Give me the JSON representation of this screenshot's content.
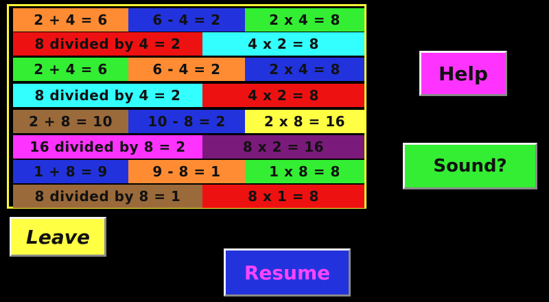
{
  "board": {
    "border_color": "#ffff33",
    "rows": [
      {
        "cells": [
          {
            "text": "2 + 4 = 6",
            "color": "#ff8c33"
          },
          {
            "text": "6 - 4 = 2",
            "color": "#2233dd"
          },
          {
            "text": "2 x 4 = 8",
            "color": "#33ee33"
          }
        ]
      },
      {
        "cells": [
          {
            "text": "8 divided by 4 = 2",
            "color": "#ee1111"
          },
          {
            "text": "4 x 2 = 8",
            "color": "#33ffff"
          }
        ]
      },
      {
        "cells": [
          {
            "text": "2 + 4 = 6",
            "color": "#33ee33"
          },
          {
            "text": "6 - 4 = 2",
            "color": "#ff8c33"
          },
          {
            "text": "2 x 4 = 8",
            "color": "#2233dd"
          }
        ]
      },
      {
        "cells": [
          {
            "text": "8 divided by 4 = 2",
            "color": "#33ffff"
          },
          {
            "text": "4 x 2 = 8",
            "color": "#ee1111"
          }
        ]
      },
      {
        "cells": [
          {
            "text": "2 + 8 = 10",
            "color": "#9a6a3a"
          },
          {
            "text": "10 - 8 = 2",
            "color": "#2233dd"
          },
          {
            "text": "2 x 8 = 16",
            "color": "#ffff44"
          }
        ]
      },
      {
        "cells": [
          {
            "text": "16 divided by 8 = 2",
            "color": "#ff33ff"
          },
          {
            "text": "8 x 2 = 16",
            "color": "#7a1a7a"
          }
        ]
      },
      {
        "cells": [
          {
            "text": "1 + 8 = 9",
            "color": "#2233dd"
          },
          {
            "text": "9 - 8 = 1",
            "color": "#ff8c33"
          },
          {
            "text": "1 x 8 = 8",
            "color": "#33ee33"
          }
        ]
      },
      {
        "cells": [
          {
            "text": "8 divided by 8 = 1",
            "color": "#9a6a3a"
          },
          {
            "text": "8 x 1 = 8",
            "color": "#ee1111"
          }
        ]
      }
    ]
  },
  "buttons": {
    "help": {
      "label": "Help",
      "bg": "#ff33ff",
      "text_color": "#111111"
    },
    "sound": {
      "label": "Sound?",
      "bg": "#33ee33",
      "text_color": "#111111"
    },
    "leave": {
      "label": "Leave",
      "bg": "#ffff44",
      "text_color": "#111111"
    },
    "resume": {
      "label": "Resume",
      "bg": "#2233dd",
      "text_color": "#ff44ff"
    }
  }
}
